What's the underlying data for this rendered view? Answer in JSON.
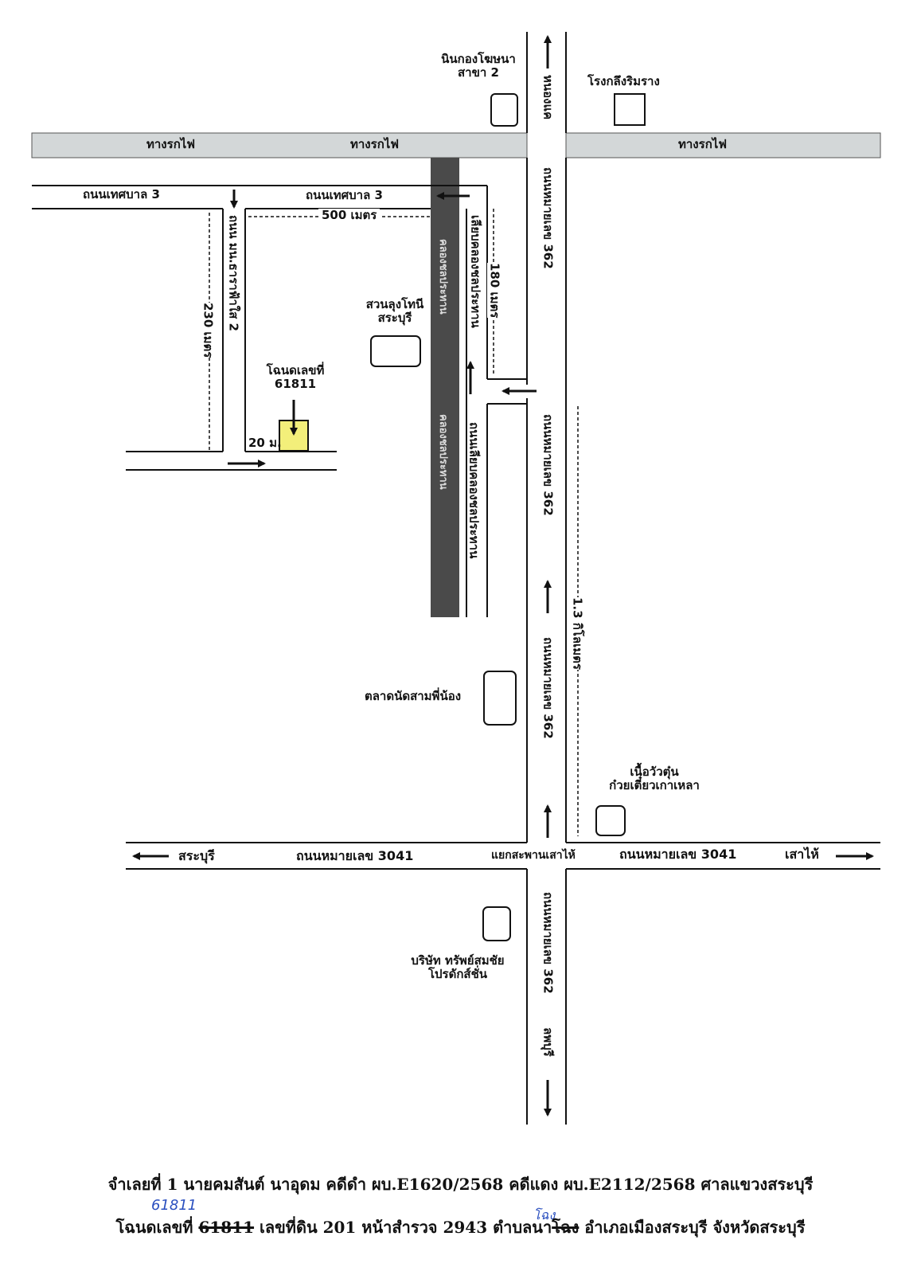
{
  "labels": {
    "nin_kong": [
      "นินกองโฆษนา",
      "สาขา 2"
    ],
    "rong_klueng": "โรงกลึงริมราง",
    "railway": [
      "ทางรกไฟ",
      "ทางรกไฟ",
      "ทางรกไฟ"
    ],
    "tessaban_left": "ถนนเทศบาล 3",
    "tessaban_mid": "ถนนเทศบาล 3",
    "dist_500": "500 เมตร",
    "dist_180": "180 เมตร",
    "dist_230": "230 เมตร",
    "dist_20": "20 ม.",
    "road_mm": "ถนน มน.ธาราฟ้าใส 2",
    "suan_lung": [
      "สวนลุงโทนี",
      "สระบุรี"
    ],
    "deed": [
      "โฉนดเลขที่",
      "61811"
    ],
    "canal_1": "คลองชลประทาน",
    "canal_2": "คลองชลประทาน",
    "lieb_canal_1": "เลียบคลองชลประทาน",
    "lieb_canal_2": "ถนนเลียบคลองชลประทาน",
    "hwy362_top": "ถนนหมายเลข 362",
    "hwy362_mid": "ถนนหมายเลข 362",
    "hwy362_low": "ถนนหมายเลข 362",
    "hwy362_bottom": "ถนนหมายเลข 362",
    "nong_khae": "หนองแค",
    "lop_buri": "ลพบุรี",
    "dist_13km": "1.3 กิโลเมตร",
    "talad": "ตลาดนัดสามพี่น้อง",
    "nuea_wua": [
      "เนื้อวัวตุ๋น",
      "ก๋วยเตี๋ยวเกาเหลา"
    ],
    "saraburi": "สระบุรี",
    "hwy3041_left": "ถนนหมายเลข 3041",
    "yaek": "แยกสะพานเสาไห้",
    "hwy3041_right": "ถนนหมายเลข 3041",
    "sao_hai": "เสาไห้",
    "company": [
      "บริษัท ทรัพย์สมชัย",
      "โปรดักส์ชั่น"
    ]
  },
  "footer": {
    "line1": "จำเลยที่ 1 นายคมสันต์ นาอุดม  คดีดำ ผบ.E1620/2568 คดีแดง ผบ.E2112/2568 ศาลแขวงสระบุรี",
    "line2_a": "โฉนดเลขที่",
    "line2_struck": "61811",
    "line2_b": "เลขที่ดิน 201 หน้าสำรวจ 2943 ตำบลนา",
    "line2_struck2": "โฉง",
    "line2_c": "อำเภอเมืองสระบุรี จังหวัดสระบุรี",
    "hand_deed": "61811",
    "hand_tambon": "โฉง"
  },
  "colors": {
    "railway": "#d3d7d8",
    "canal": "#4a4a4a",
    "plot": "#f3ef7a"
  }
}
